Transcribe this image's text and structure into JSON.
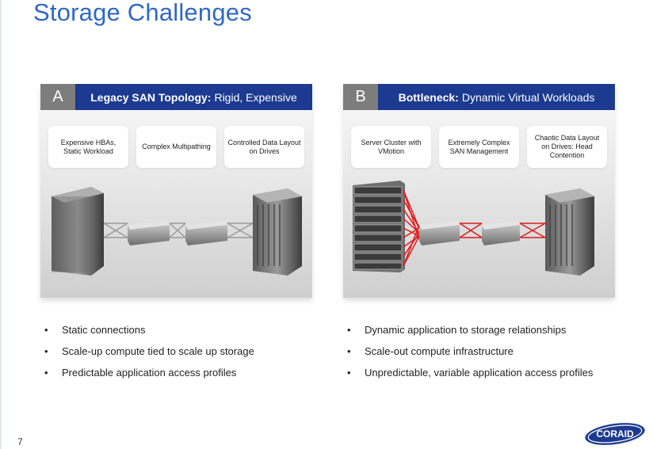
{
  "slide": {
    "title": "Storage Challenges",
    "page_number": "7"
  },
  "panel_a": {
    "letter": "A",
    "heading_bold": "Legacy SAN Topology:",
    "heading_rest": "Rigid, Expensive",
    "boxes": [
      "Expensive HBAs, Static Workload",
      "Complex Multipathing",
      "Controlled Data Layout on Drives"
    ],
    "link_color": "#9a9a9a"
  },
  "panel_b": {
    "letter": "B",
    "heading_bold": "Bottleneck:",
    "heading_rest": "Dynamic Virtual Workloads",
    "boxes": [
      "Server Cluster with VMotion",
      "Extremely Complex SAN Management",
      "Chaotic Data Layout on Drives: Head Contention"
    ],
    "link_color": "#e01b1b"
  },
  "bullets_left": [
    "Static connections",
    "Scale-up compute tied to scale up storage",
    "Predictable application access profiles"
  ],
  "bullets_right": [
    "Dynamic application to storage relationships",
    "Scale-out compute infrastructure",
    "Unpredictable, variable application access profiles"
  ],
  "logo": {
    "text": "CORAID"
  },
  "colors": {
    "title": "#2f68c4",
    "header_bar": "#1c3a8f",
    "header_letter": "#7d7d7d"
  }
}
